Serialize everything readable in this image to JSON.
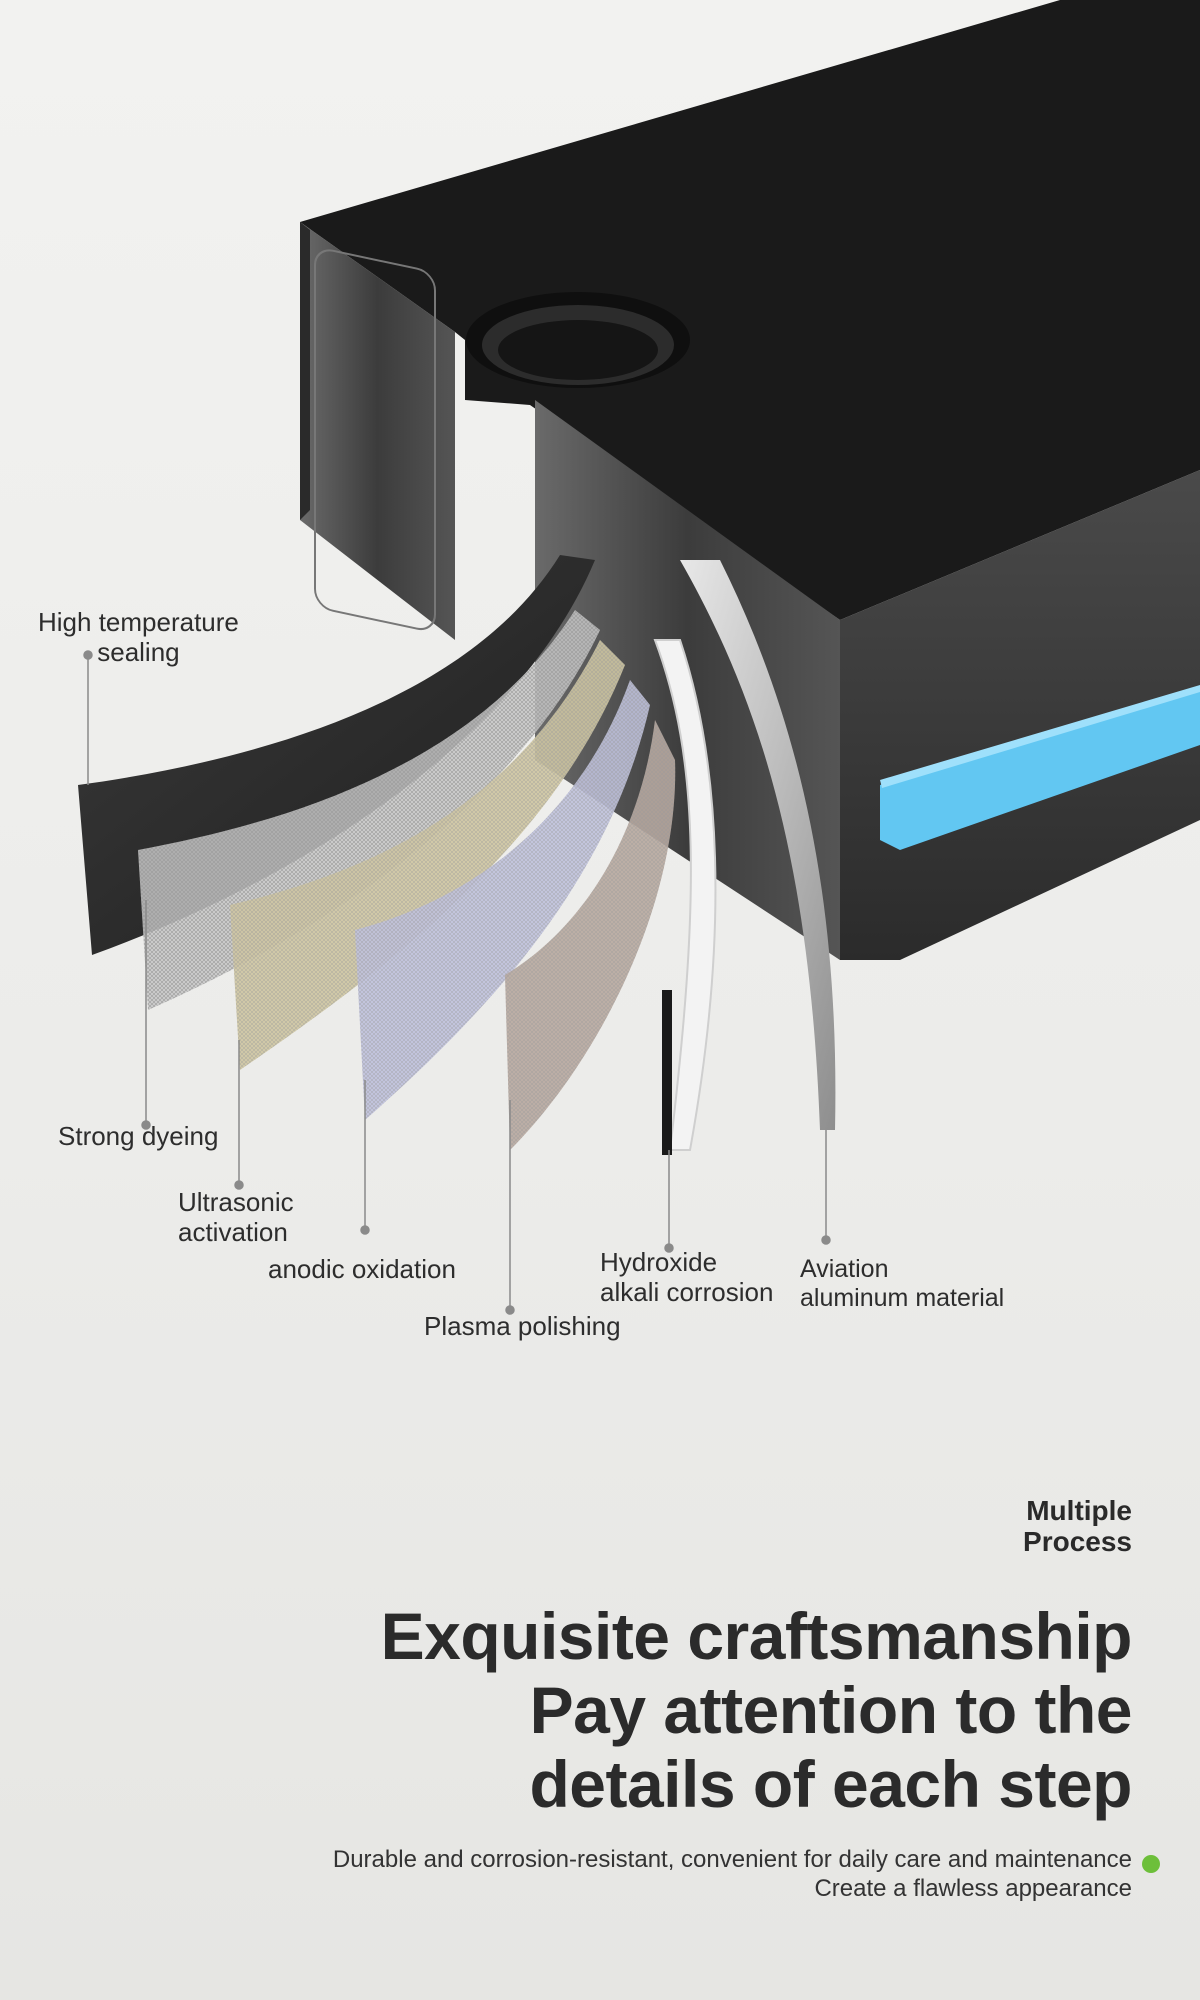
{
  "callouts": {
    "high_temp": [
      "High temperature",
      "sealing"
    ],
    "strong_dyeing": "Strong dyeing",
    "ultrasonic": [
      "Ultrasonic",
      "activation"
    ],
    "anodic": "anodic oxidation",
    "plasma": "Plasma polishing",
    "hydroxide": [
      "Hydroxide",
      "alkali corrosion"
    ],
    "aviation": [
      "Aviation",
      "aluminum material"
    ]
  },
  "eyebrow": [
    "Multiple",
    "Process"
  ],
  "headline": [
    "Exquisite craftsmanship",
    "Pay attention to the",
    "details of each step"
  ],
  "subtext": [
    "Durable and corrosion-resistant, convenient for daily care and maintenance",
    "Create a flawless appearance"
  ],
  "colors": {
    "accent_green": "#6dbf3a",
    "accent_blue": "#62c7f2",
    "device_dark": "#1c1c1c"
  }
}
